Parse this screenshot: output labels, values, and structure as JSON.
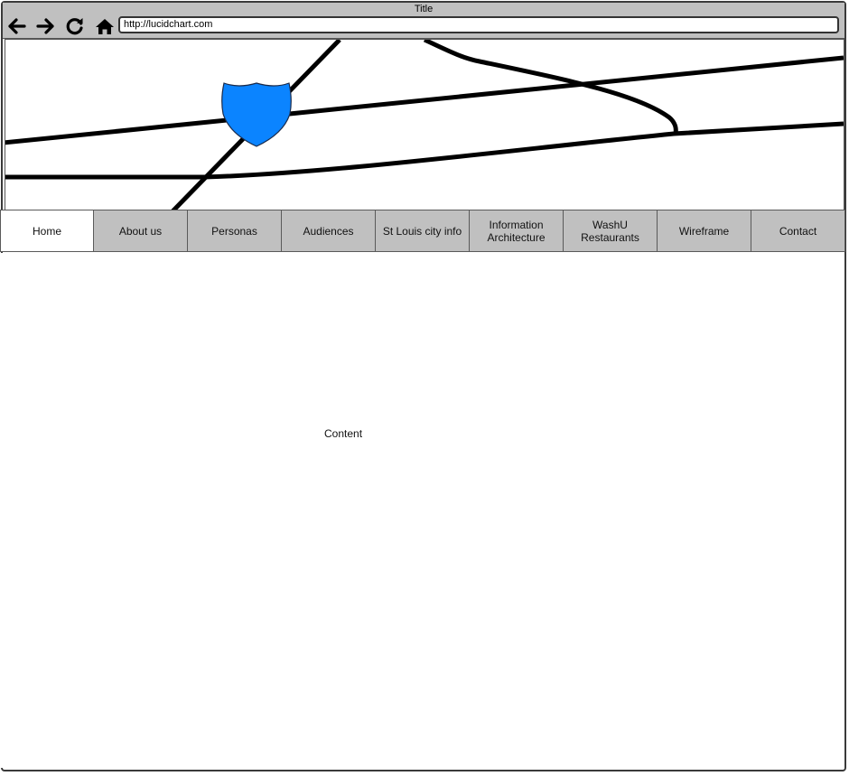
{
  "window": {
    "title": "Title"
  },
  "toolbar": {
    "back_icon": "arrow-left-icon",
    "forward_icon": "arrow-right-icon",
    "reload_icon": "reload-icon",
    "home_icon": "home-icon",
    "url": "http://lucidchart.com"
  },
  "banner": {
    "image": "road-map-illustration",
    "shield_color": "#0b84ff"
  },
  "nav": {
    "tabs": [
      {
        "label": "Home",
        "active": true
      },
      {
        "label": "About us",
        "active": false
      },
      {
        "label": "Personas",
        "active": false
      },
      {
        "label": "Audiences",
        "active": false
      },
      {
        "label": "St Louis city info",
        "active": false
      },
      {
        "label": "Information\nArchitecture",
        "active": false
      },
      {
        "label": "WashU\nRestaurants",
        "active": false
      },
      {
        "label": "Wireframe",
        "active": false
      },
      {
        "label": "Contact",
        "active": false
      }
    ]
  },
  "main": {
    "content_label": "Content"
  }
}
